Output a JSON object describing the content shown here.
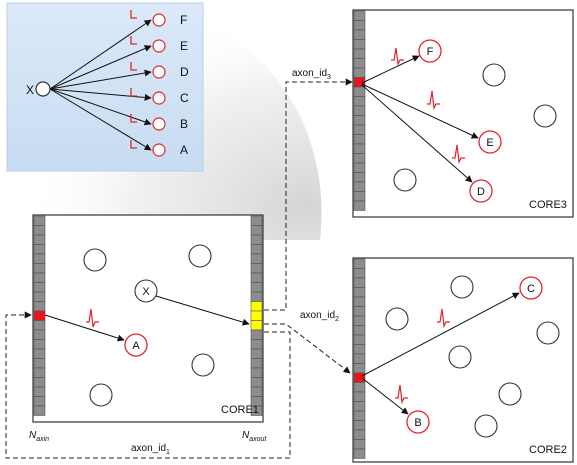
{
  "colors": {
    "spike_red": "#e0262a",
    "inset_blue": "#d2e4f6",
    "axon_out_yellow": "#ffff00",
    "axon_in_red": "#e8151b",
    "stripe_gray": "#8c8c8c"
  },
  "inset": {
    "source_label": "X",
    "targets": [
      "F",
      "E",
      "D",
      "C",
      "B",
      "A"
    ]
  },
  "cores": {
    "core1": {
      "label": "CORE1",
      "neuron_x": "X",
      "neuron_a": "A"
    },
    "core2": {
      "label": "CORE2",
      "neuron_c": "C",
      "neuron_b": "B"
    },
    "core3": {
      "label": "CORE3",
      "neuron_f": "F",
      "neuron_e": "E",
      "neuron_d": "D"
    }
  },
  "labels": {
    "axon_id1": {
      "base": "axon_id",
      "sub": "1"
    },
    "axon_id2": {
      "base": "axon_id",
      "sub": "2"
    },
    "axon_id3": {
      "base": "axon_id",
      "sub": "3"
    },
    "naxin": {
      "base": "N",
      "sub": "axin"
    },
    "naxout": {
      "base": "N",
      "sub": "axout"
    }
  }
}
